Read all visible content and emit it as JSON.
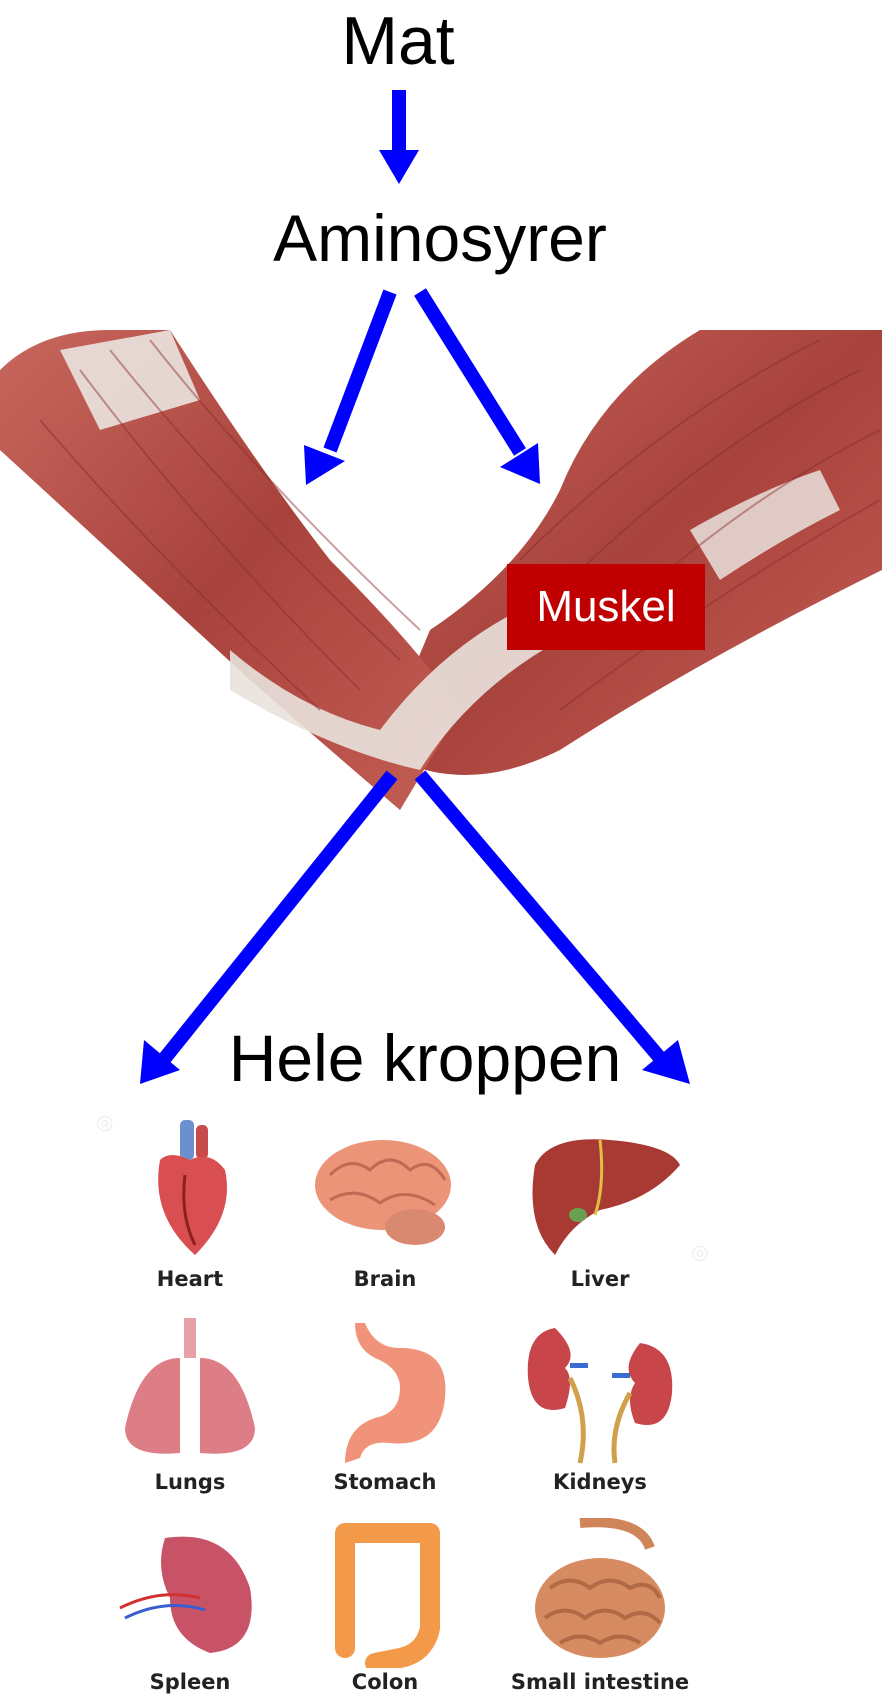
{
  "labels": {
    "food": "Mat",
    "amino_acids": "Aminosyrer",
    "muscle": "Muskel",
    "whole_body": "Hele kroppen"
  },
  "organs": [
    {
      "label": "Heart",
      "icon": "heart-icon"
    },
    {
      "label": "Brain",
      "icon": "brain-icon"
    },
    {
      "label": "Liver",
      "icon": "liver-icon"
    },
    {
      "label": "Lungs",
      "icon": "lungs-icon"
    },
    {
      "label": "Stomach",
      "icon": "stomach-icon"
    },
    {
      "label": "Kidneys",
      "icon": "kidneys-icon"
    },
    {
      "label": "Spleen",
      "icon": "spleen-icon"
    },
    {
      "label": "Colon",
      "icon": "colon-icon"
    },
    {
      "label": "Small intestine",
      "icon": "small-intestine-icon"
    }
  ],
  "colors": {
    "arrow": "#0000ff",
    "muscle_badge": "#c00000",
    "muscle": "#b5514a"
  }
}
